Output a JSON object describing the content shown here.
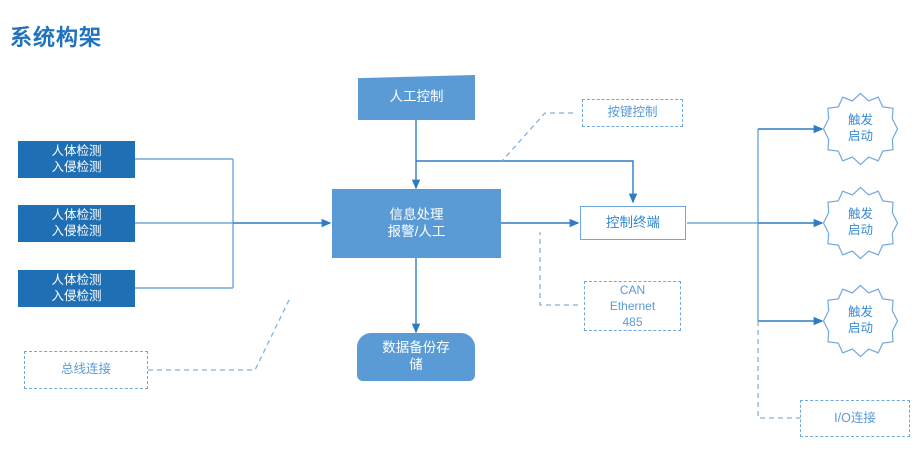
{
  "title": "系统构架",
  "colors": {
    "title": "#1F72BD",
    "sensor_fill": "#1F6FB5",
    "process_fill": "#5B9BD5",
    "line": "#6FA8DC",
    "dashed_line": "#7FB3E0",
    "text_on_fill": "#FFFFFF",
    "text_blue": "#3A8BD0"
  },
  "nodes": {
    "sensor_1": {
      "label": "人体检测\n入侵检测"
    },
    "sensor_2": {
      "label": "人体检测\n入侵检测"
    },
    "sensor_3": {
      "label": "人体检测\n入侵检测"
    },
    "manual_control": {
      "label": "人工控制"
    },
    "info_processing": {
      "label": "信息处理\n报警/人工"
    },
    "data_backup": {
      "label": "数据备份存\n储"
    },
    "control_terminal": {
      "label": "控制终端"
    },
    "key_control": {
      "label": "按键控制"
    },
    "bus_protocol": {
      "label": "CAN\nEthernet\n485"
    },
    "bus_connection": {
      "label": "总线连接"
    },
    "io_connection": {
      "label": "I/O连接"
    },
    "trigger_1": {
      "label": "触发\n启动"
    },
    "trigger_2": {
      "label": "触发\n启动"
    },
    "trigger_3": {
      "label": "触发\n启动"
    }
  }
}
